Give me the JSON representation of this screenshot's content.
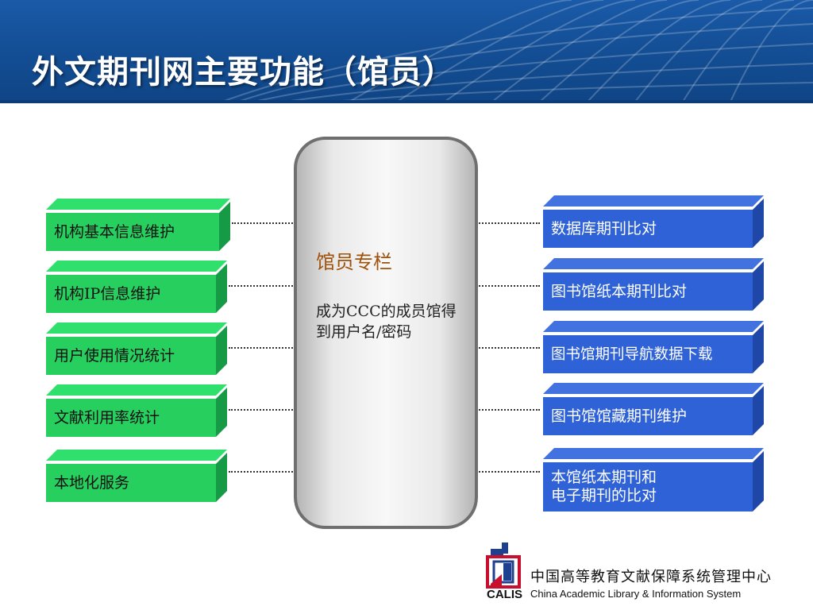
{
  "slide": {
    "title": "外文期刊网主要功能（馆员）"
  },
  "center": {
    "title": "馆员专栏",
    "description": "成为CCC的成员馆得到用户名/密码"
  },
  "left_items": [
    {
      "label": "机构基本信息维护"
    },
    {
      "label": "机构IP信息维护"
    },
    {
      "label": "用户使用情况统计"
    },
    {
      "label": "文献利用率统计"
    },
    {
      "label": "本地化服务"
    }
  ],
  "right_items": [
    {
      "label": "数据库期刊比对"
    },
    {
      "label": "图书馆纸本期刊比对"
    },
    {
      "label": "图书馆期刊导航数据下载"
    },
    {
      "label": "图书馆馆藏期刊维护"
    },
    {
      "label_line1": "本馆纸本期刊和",
      "label_line2": "电子期刊的比对"
    }
  ],
  "logo": {
    "abbr": "CALIS",
    "name_cn": "中国高等教育文献保障系统管理中心",
    "name_en": "China Academic Library & Information System"
  },
  "colors": {
    "header_blue": "#134d93",
    "left_box_green": "#27cf5f",
    "right_box_blue": "#2f62d6",
    "center_title": "#a0520a"
  }
}
